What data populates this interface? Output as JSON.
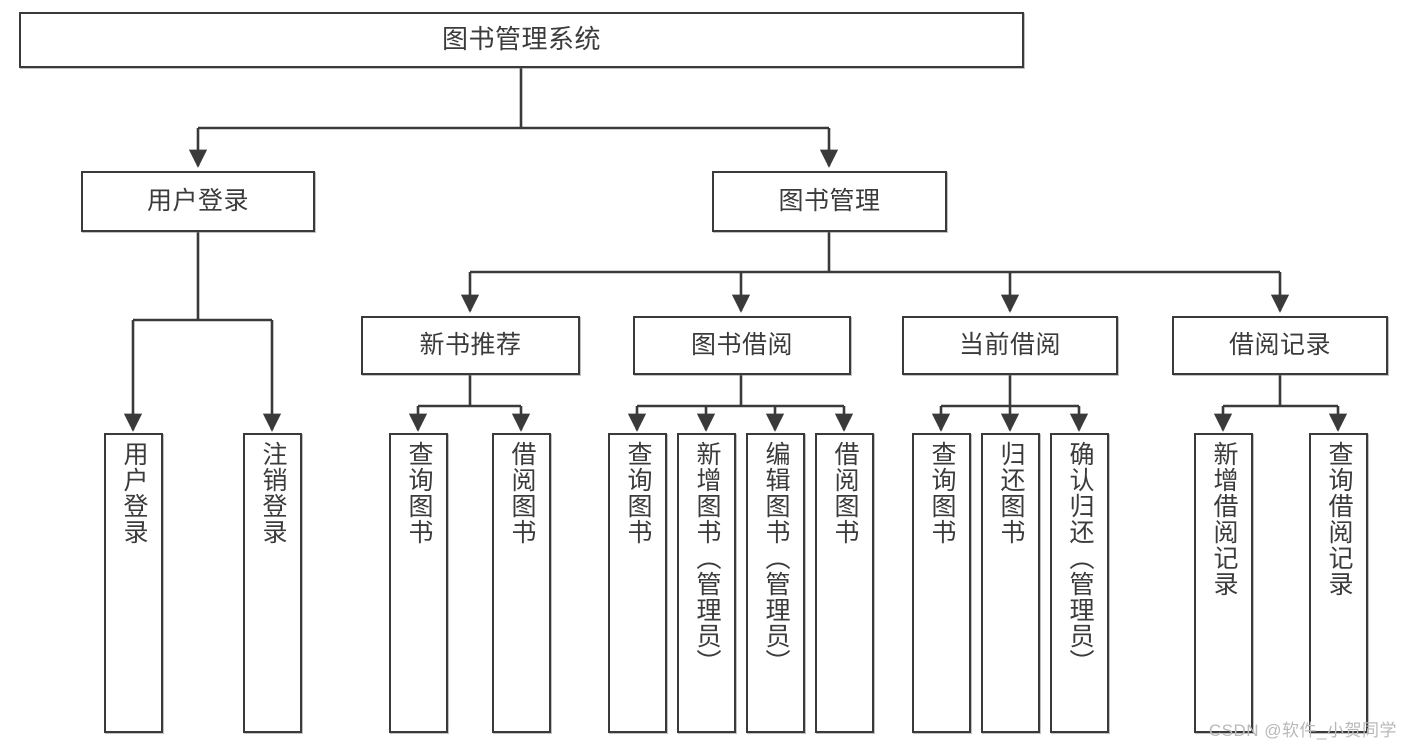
{
  "diagram": {
    "title": "图书管理系统",
    "type": "hierarchy-tree",
    "watermark": "CSDN @软件_小贺同学",
    "colors": {
      "box_border": "#3a3a3a",
      "box_fill": "#ffffff",
      "edge": "#3a3a3a",
      "text": "#3b3b3b",
      "watermark": "#b9b9b9",
      "background": "#ffffff"
    },
    "nodes": {
      "root": {
        "label": "图书管理系统",
        "level": 1,
        "orientation": "horizontal"
      },
      "user_login": {
        "label": "用户登录",
        "level": 2,
        "orientation": "horizontal"
      },
      "book_manage": {
        "label": "图书管理",
        "level": 2,
        "orientation": "horizontal"
      },
      "new_book_rec": {
        "label": "新书推荐",
        "level": 3,
        "orientation": "horizontal"
      },
      "book_borrow": {
        "label": "图书借阅",
        "level": 3,
        "orientation": "horizontal"
      },
      "current_borrow": {
        "label": "当前借阅",
        "level": 3,
        "orientation": "horizontal"
      },
      "borrow_record": {
        "label": "借阅记录",
        "level": 3,
        "orientation": "horizontal"
      },
      "leaf_user_login": {
        "label": "用户登录",
        "level": 4,
        "orientation": "vertical"
      },
      "leaf_logout": {
        "label": "注销登录",
        "level": 4,
        "orientation": "vertical"
      },
      "leaf_query_book_1": {
        "label": "查询图书",
        "level": 4,
        "orientation": "vertical"
      },
      "leaf_borrow_book_1": {
        "label": "借阅图书",
        "level": 4,
        "orientation": "vertical"
      },
      "leaf_query_book_2": {
        "label": "查询图书",
        "level": 4,
        "orientation": "vertical"
      },
      "leaf_add_book": {
        "label": "新增图书（管理员）",
        "level": 4,
        "orientation": "vertical"
      },
      "leaf_edit_book": {
        "label": "编辑图书（管理员）",
        "level": 4,
        "orientation": "vertical"
      },
      "leaf_borrow_book_2": {
        "label": "借阅图书",
        "level": 4,
        "orientation": "vertical"
      },
      "leaf_query_book_3": {
        "label": "查询图书",
        "level": 4,
        "orientation": "vertical"
      },
      "leaf_return_book": {
        "label": "归还图书",
        "level": 4,
        "orientation": "vertical"
      },
      "leaf_confirm_return": {
        "label": "确认归还（管理员）",
        "level": 4,
        "orientation": "vertical"
      },
      "leaf_add_record": {
        "label": "新增借阅记录",
        "level": 4,
        "orientation": "vertical"
      },
      "leaf_query_record": {
        "label": "查询借阅记录",
        "level": 4,
        "orientation": "vertical"
      }
    },
    "tree": [
      {
        "id": "root",
        "label": "图书管理系统",
        "children": [
          {
            "id": "user_login",
            "label": "用户登录",
            "children": [
              {
                "id": "leaf_user_login",
                "label": "用户登录"
              },
              {
                "id": "leaf_logout",
                "label": "注销登录"
              }
            ]
          },
          {
            "id": "book_manage",
            "label": "图书管理",
            "children": [
              {
                "id": "new_book_rec",
                "label": "新书推荐",
                "children": [
                  {
                    "id": "leaf_query_book_1",
                    "label": "查询图书"
                  },
                  {
                    "id": "leaf_borrow_book_1",
                    "label": "借阅图书"
                  }
                ]
              },
              {
                "id": "book_borrow",
                "label": "图书借阅",
                "children": [
                  {
                    "id": "leaf_query_book_2",
                    "label": "查询图书"
                  },
                  {
                    "id": "leaf_add_book",
                    "label": "新增图书（管理员）"
                  },
                  {
                    "id": "leaf_edit_book",
                    "label": "编辑图书（管理员）"
                  },
                  {
                    "id": "leaf_borrow_book_2",
                    "label": "借阅图书"
                  }
                ]
              },
              {
                "id": "current_borrow",
                "label": "当前借阅",
                "children": [
                  {
                    "id": "leaf_query_book_3",
                    "label": "查询图书"
                  },
                  {
                    "id": "leaf_return_book",
                    "label": "归还图书"
                  },
                  {
                    "id": "leaf_confirm_return",
                    "label": "确认归还（管理员）"
                  }
                ]
              },
              {
                "id": "borrow_record",
                "label": "借阅记录",
                "children": [
                  {
                    "id": "leaf_add_record",
                    "label": "新增借阅记录"
                  },
                  {
                    "id": "leaf_query_record",
                    "label": "查询借阅记录"
                  }
                ]
              }
            ]
          }
        ]
      }
    ]
  }
}
